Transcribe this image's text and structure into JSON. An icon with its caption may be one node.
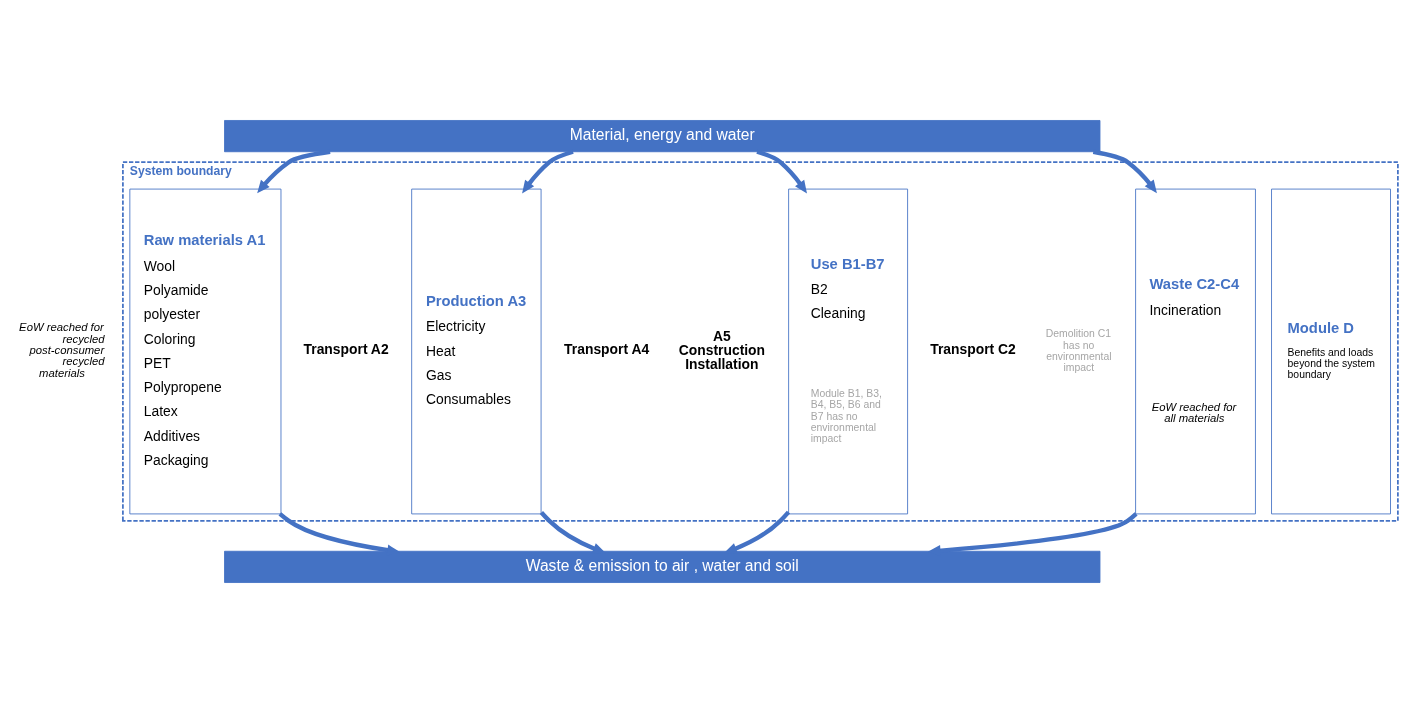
{
  "diagram": {
    "nodes": [
      {
        "text": [
          "Material, energy and water"
        ]
      },
      {
        "text": [
          "System boundary"
        ]
      },
      {
        "text": [
          "Raw materials A1",
          "Wool",
          "Polyamide",
          "polyester",
          "Coloring",
          "PET",
          "Polypropene",
          "Latex",
          "Additives",
          "Packaging"
        ],
        "in": 1
      },
      {
        "text": [
          "Production A3",
          "Electricity",
          "Heat",
          "Gas",
          "Consumables"
        ],
        "in": 1
      },
      {
        "text": [
          "Use B1-B7",
          "B2",
          "Cleaning",
          "Module B1, B3, B4, B5, B6 and B7 has no environmental impact"
        ],
        "in": 1
      },
      {
        "text": [
          "Waste C2-C4",
          "Incineration",
          "EoW reached for all materials"
        ],
        "in": 1
      },
      {
        "text": [
          "Module D",
          "Benefits and loads beyond the system boundary"
        ],
        "in": 1
      },
      {
        "text": [
          "Waste & emission to air , water and soil"
        ]
      }
    ],
    "edges": [
      {
        "from": 0,
        "to": 2,
        "arrow": "to"
      },
      {
        "from": 0,
        "to": 3,
        "arrow": "to"
      },
      {
        "from": 0,
        "to": 4,
        "arrow": "to"
      },
      {
        "from": 0,
        "to": 5,
        "arrow": "to"
      },
      {
        "from": 2,
        "to": 7,
        "arrow": "to"
      },
      {
        "from": 3,
        "to": 7,
        "arrow": "to"
      },
      {
        "from": 4,
        "to": 7,
        "arrow": "to"
      },
      {
        "from": 5,
        "to": 7,
        "arrow": "to"
      }
    ],
    "labels": [
      "EoW reached for recycled post-consumer recycled materials",
      "Transport A2",
      "Transport A4",
      "A5 Construction Installation",
      "Transport C2",
      "Demolition C1 has no environmental impact"
    ]
  }
}
